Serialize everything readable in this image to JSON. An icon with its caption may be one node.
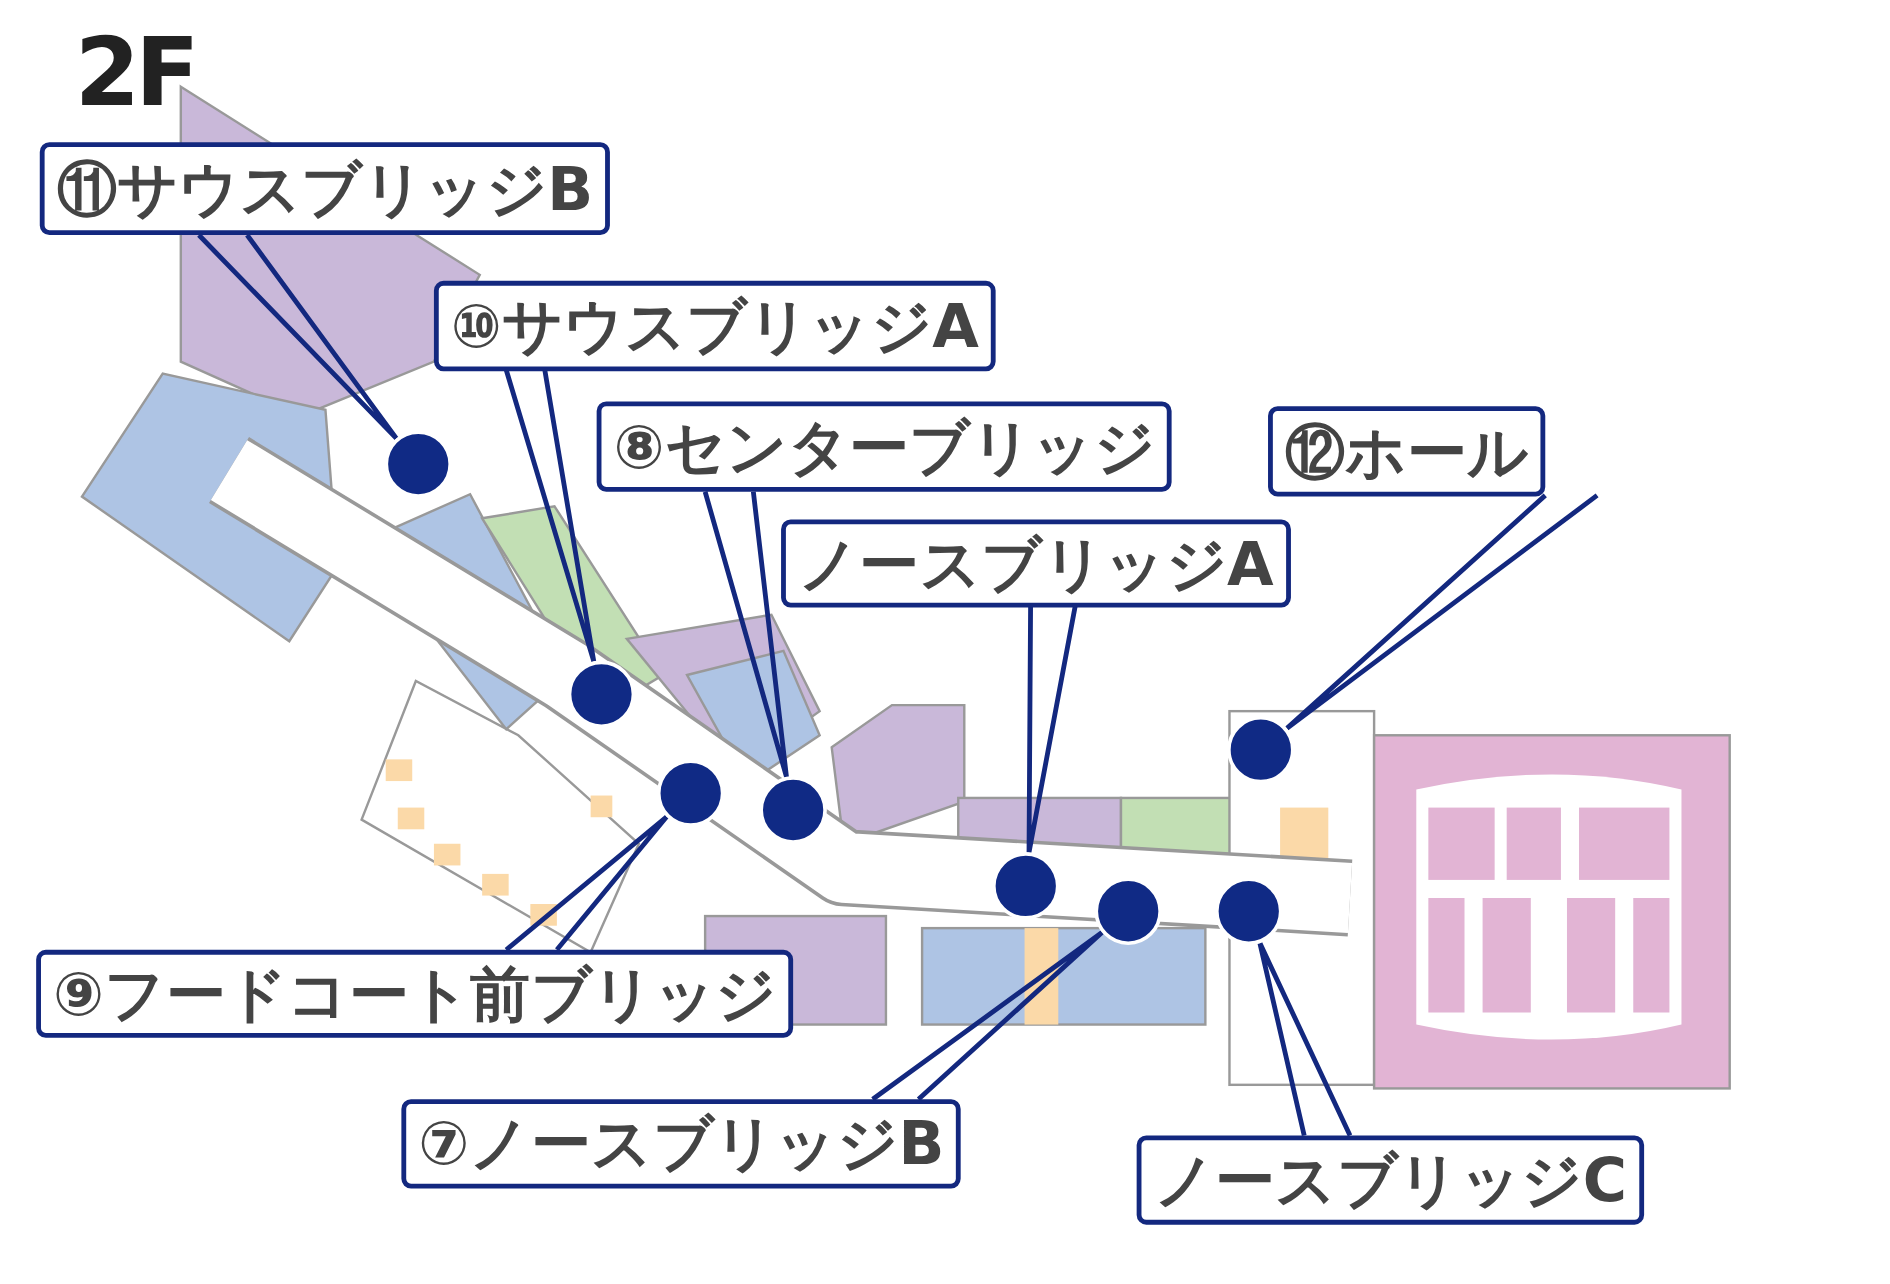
{
  "diagram": {
    "nodes": [
      {
        "text": [
          "⑪サウスブリッジB"
        ]
      },
      {
        "text": [],
        "shape": "circle"
      },
      {
        "text": [
          "⑩サウスブリッジA"
        ]
      },
      {
        "text": [],
        "shape": "circle"
      },
      {
        "text": [
          "⑧センターブリッジ"
        ]
      },
      {
        "text": [],
        "shape": "circle"
      },
      {
        "text": [
          "⑫ホール"
        ]
      },
      {
        "text": [],
        "shape": "circle"
      },
      {
        "text": [
          "ノースブリッジA"
        ]
      },
      {
        "text": [],
        "shape": "circle"
      },
      {
        "text": [],
        "shape": "circle"
      },
      {
        "text": [
          "⑨フードコート前ブリッジ"
        ]
      },
      {
        "text": [],
        "shape": "circle"
      },
      {
        "text": [
          "⑦ノースブリッジB"
        ]
      },
      {
        "text": [],
        "shape": "circle"
      },
      {
        "text": [
          "ノースブリッジC"
        ]
      }
    ],
    "edges": [
      {
        "from": 0,
        "to": 1,
        "arrow": "none"
      },
      {
        "from": 2,
        "to": 3,
        "arrow": "none"
      },
      {
        "from": 4,
        "to": 5,
        "arrow": "none"
      },
      {
        "from": 6,
        "to": 7,
        "arrow": "none"
      },
      {
        "from": 8,
        "to": 9,
        "arrow": "none"
      },
      {
        "from": 11,
        "to": 10,
        "arrow": "none"
      },
      {
        "from": 13,
        "to": 12,
        "arrow": "none"
      },
      {
        "from": 15,
        "to": 14,
        "arrow": "none"
      }
    ],
    "labels": [
      "2F"
    ]
  }
}
